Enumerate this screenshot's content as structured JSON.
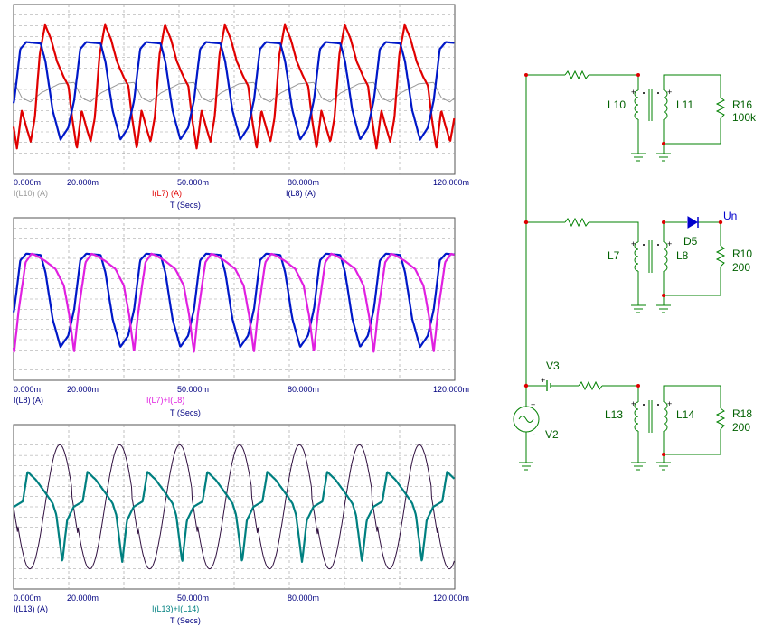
{
  "colors": {
    "grid": "#999999",
    "frame": "#555555",
    "wire": "#008000",
    "part": "#008000",
    "node": "#dd0000",
    "diode": "#0000cc",
    "text_blue": "#000080",
    "comp_label": "#006000"
  },
  "chart_data": [
    {
      "type": "line",
      "x_unit_label": "T (Secs)",
      "xticks": [
        "0.000m",
        "20.000m",
        "50.000m",
        "80.000m",
        "120.000m"
      ],
      "xlim": [
        0,
        120
      ],
      "series": [
        {
          "name": "I(L10) (A)",
          "color": "#999999",
          "width": 1.0,
          "kind": "saw"
        },
        {
          "name": "I(L7) (A)",
          "color": "#e00000",
          "width": 2.2,
          "kind": "red"
        },
        {
          "name": "I(L8) (A)",
          "color": "#0018c8",
          "width": 2.2,
          "kind": "blue"
        }
      ]
    },
    {
      "type": "line",
      "x_unit_label": "T (Secs)",
      "xticks": [
        "0.000m",
        "20.000m",
        "50.000m",
        "80.000m",
        "120.000m"
      ],
      "xlim": [
        0,
        120
      ],
      "series": [
        {
          "name": "I(L8) (A)",
          "color": "#0018c8",
          "width": 2.2,
          "kind": "blue"
        },
        {
          "name": "I(L7)+I(L8)",
          "color": "#e020e0",
          "width": 2.2,
          "kind": "magenta"
        }
      ]
    },
    {
      "type": "line",
      "x_unit_label": "T (Secs)",
      "xticks": [
        "0.000m",
        "20.000m",
        "50.000m",
        "80.000m",
        "120.000m"
      ],
      "xlim": [
        0,
        120
      ],
      "series": [
        {
          "name": "I(L13) (A)",
          "color": "#301040",
          "width": 1.0,
          "kind": "dark"
        },
        {
          "name": "I(L13)+I(L14)",
          "color": "#008080",
          "width": 2.2,
          "kind": "teal"
        }
      ]
    }
  ],
  "schematic": {
    "labels": {
      "L10": "L10",
      "L11": "L11",
      "R16": "R16",
      "R16_val": "100k",
      "L7": "L7",
      "L8": "L8",
      "D5": "D5",
      "Un": "Un",
      "R10": "R10",
      "R10_val": "200",
      "V3": "V3",
      "V2": "V2",
      "L13": "L13",
      "L14": "L14",
      "R18": "R18",
      "R18_val": "200",
      "plus": "+",
      "minus": "-"
    }
  }
}
